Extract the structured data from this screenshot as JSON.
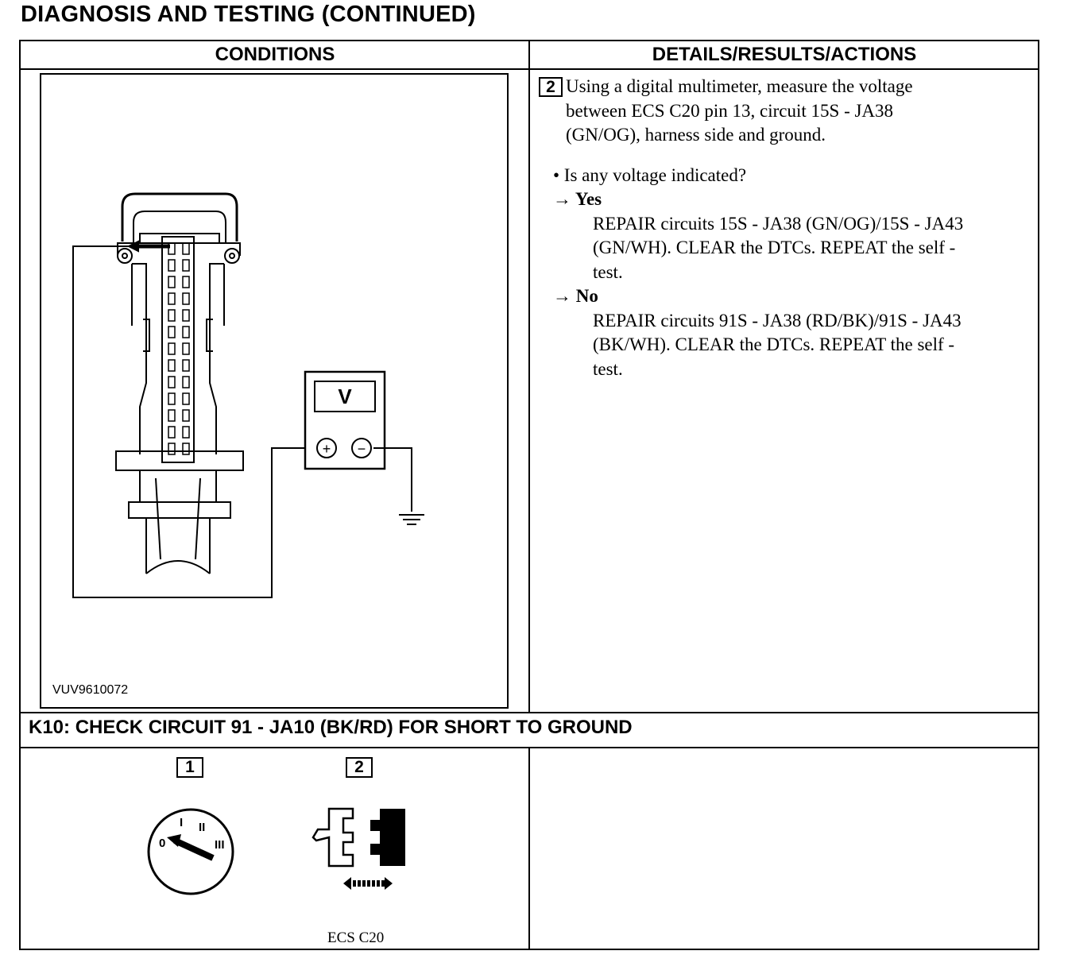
{
  "page": {
    "title": "DIAGNOSIS AND TESTING (CONTINUED)"
  },
  "columns": {
    "conditions": "CONDITIONS",
    "details": "DETAILS/RESULTS/ACTIONS"
  },
  "figure": {
    "code": "VUV9610072",
    "meter_label": "V",
    "plus": "+",
    "minus": "−"
  },
  "step2": {
    "number": "2",
    "lines": [
      "Using a digital multimeter, measure the voltage",
      "between ECS C20 pin 13, circuit 15S - JA38",
      "(GN/OG), harness side and ground."
    ],
    "question": "• Is any voltage indicated?",
    "yes_label": "→ Yes",
    "yes_lines": [
      "REPAIR circuits 15S - JA38 (GN/OG)/15S - JA43",
      "(GN/WH). CLEAR the DTCs. REPEAT the self -",
      "test."
    ],
    "no_label": "→ No",
    "no_lines": [
      "REPAIR circuits 91S - JA38 (RD/BK)/91S - JA43",
      "(BK/WH). CLEAR the DTCs. REPEAT the self -",
      "test."
    ]
  },
  "section": {
    "title": "K10: CHECK CIRCUIT 91 - JA10 (BK/RD) FOR SHORT TO GROUND"
  },
  "k10": {
    "box1": "1",
    "box2": "2",
    "switch_positions": [
      "0",
      "I",
      "II",
      "III"
    ],
    "connector_label": "ECS C20"
  }
}
